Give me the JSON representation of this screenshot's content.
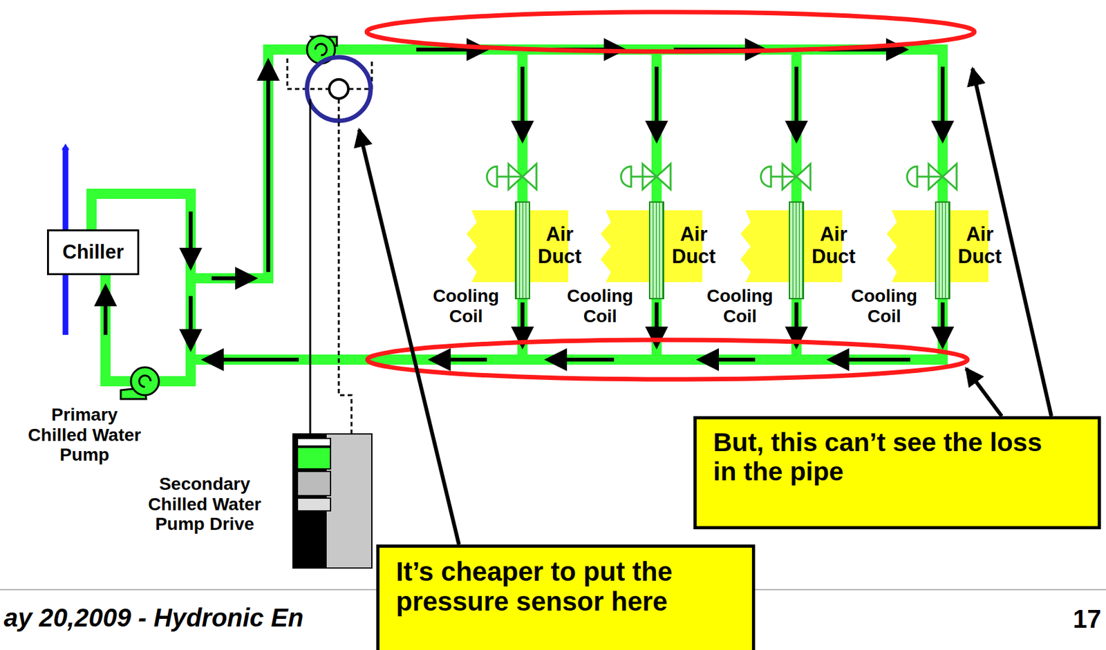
{
  "diagram": {
    "nodes": [
      {
        "text": [
          "Chiller"
        ]
      },
      {
        "text": [
          "Air Duct"
        ]
      },
      {
        "text": [
          "Air Duct"
        ]
      },
      {
        "text": [
          "Air Duct"
        ]
      },
      {
        "text": [
          "Air Duct"
        ]
      },
      {
        "text": [
          "But, this can’t see the loss in the pipe"
        ]
      },
      {
        "text": [
          "It’s cheaper to put the pressure sensor here"
        ]
      }
    ],
    "labels": [
      "Cooling Coil",
      "Cooling Coil",
      "Cooling Coil",
      "Cooling Coil",
      "Primary Chilled Water Pump",
      "Secondary Chilled Water Pump Drive",
      "ay 20,2009 - Hydronic En",
      "17"
    ]
  }
}
